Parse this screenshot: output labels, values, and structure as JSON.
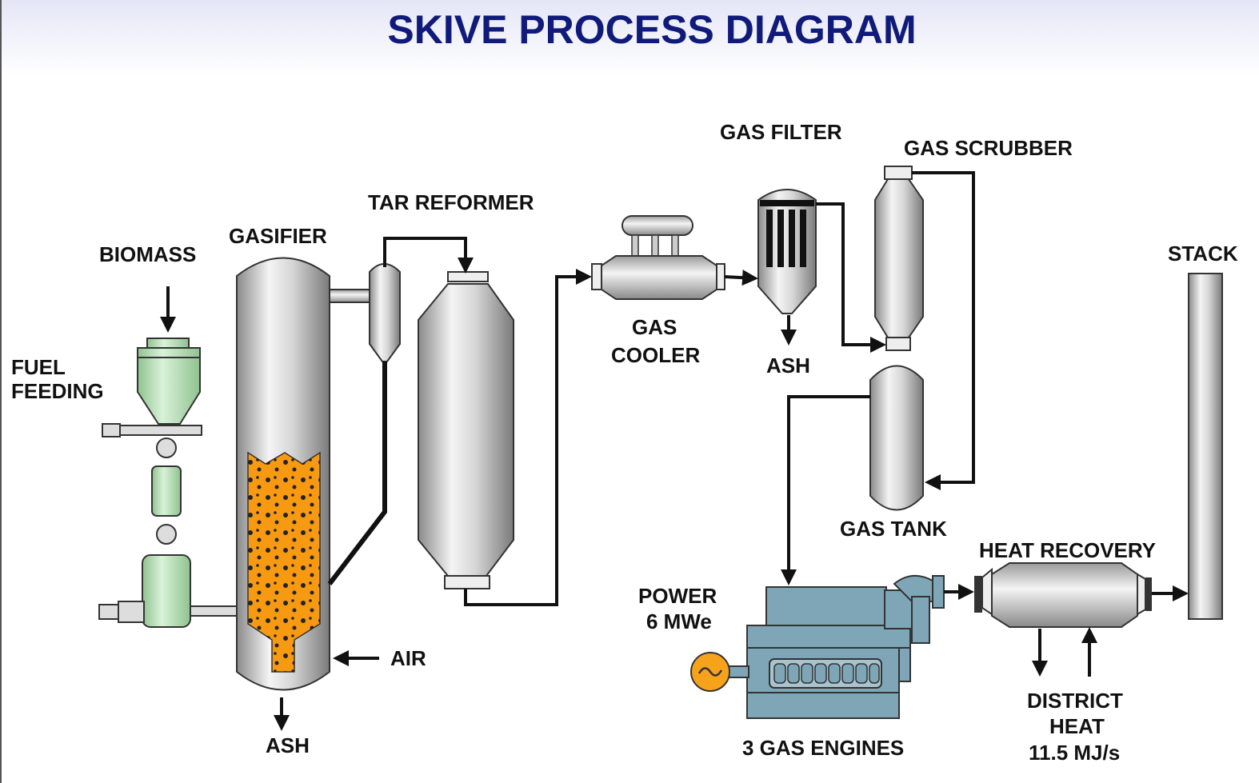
{
  "title": "SKIVE PROCESS DIAGRAM",
  "labels": {
    "biomass": "BIOMASS",
    "fuel_feeding_1": "FUEL",
    "fuel_feeding_2": "FEEDING",
    "gasifier": "GASIFIER",
    "tar_reformer": "TAR REFORMER",
    "gas_cooler_1": "GAS",
    "gas_cooler_2": "COOLER",
    "gas_filter": "GAS FILTER",
    "gas_scrubber": "GAS SCRUBBER",
    "stack": "STACK",
    "ash_filter": "ASH",
    "ash_gasifier": "ASH",
    "air": "AIR",
    "gas_tank": "GAS TANK",
    "heat_recovery": "HEAT RECOVERY",
    "power_1": "POWER",
    "power_2": "6 MWe",
    "gas_engines": "3 GAS ENGINES",
    "district_1": "DISTRICT",
    "district_2": "HEAT",
    "district_3": "11.5 MJ/s"
  },
  "colors": {
    "title": "#101a7a",
    "feeder_green": "#b9e3b9",
    "bed_orange": "#f79a12",
    "engine_blue": "#7ea6b6",
    "generator_orange": "#f7a21b",
    "vessel_gray": "#cfcfcf"
  },
  "icons": [
    "generator-icon",
    "arrow-icon"
  ]
}
